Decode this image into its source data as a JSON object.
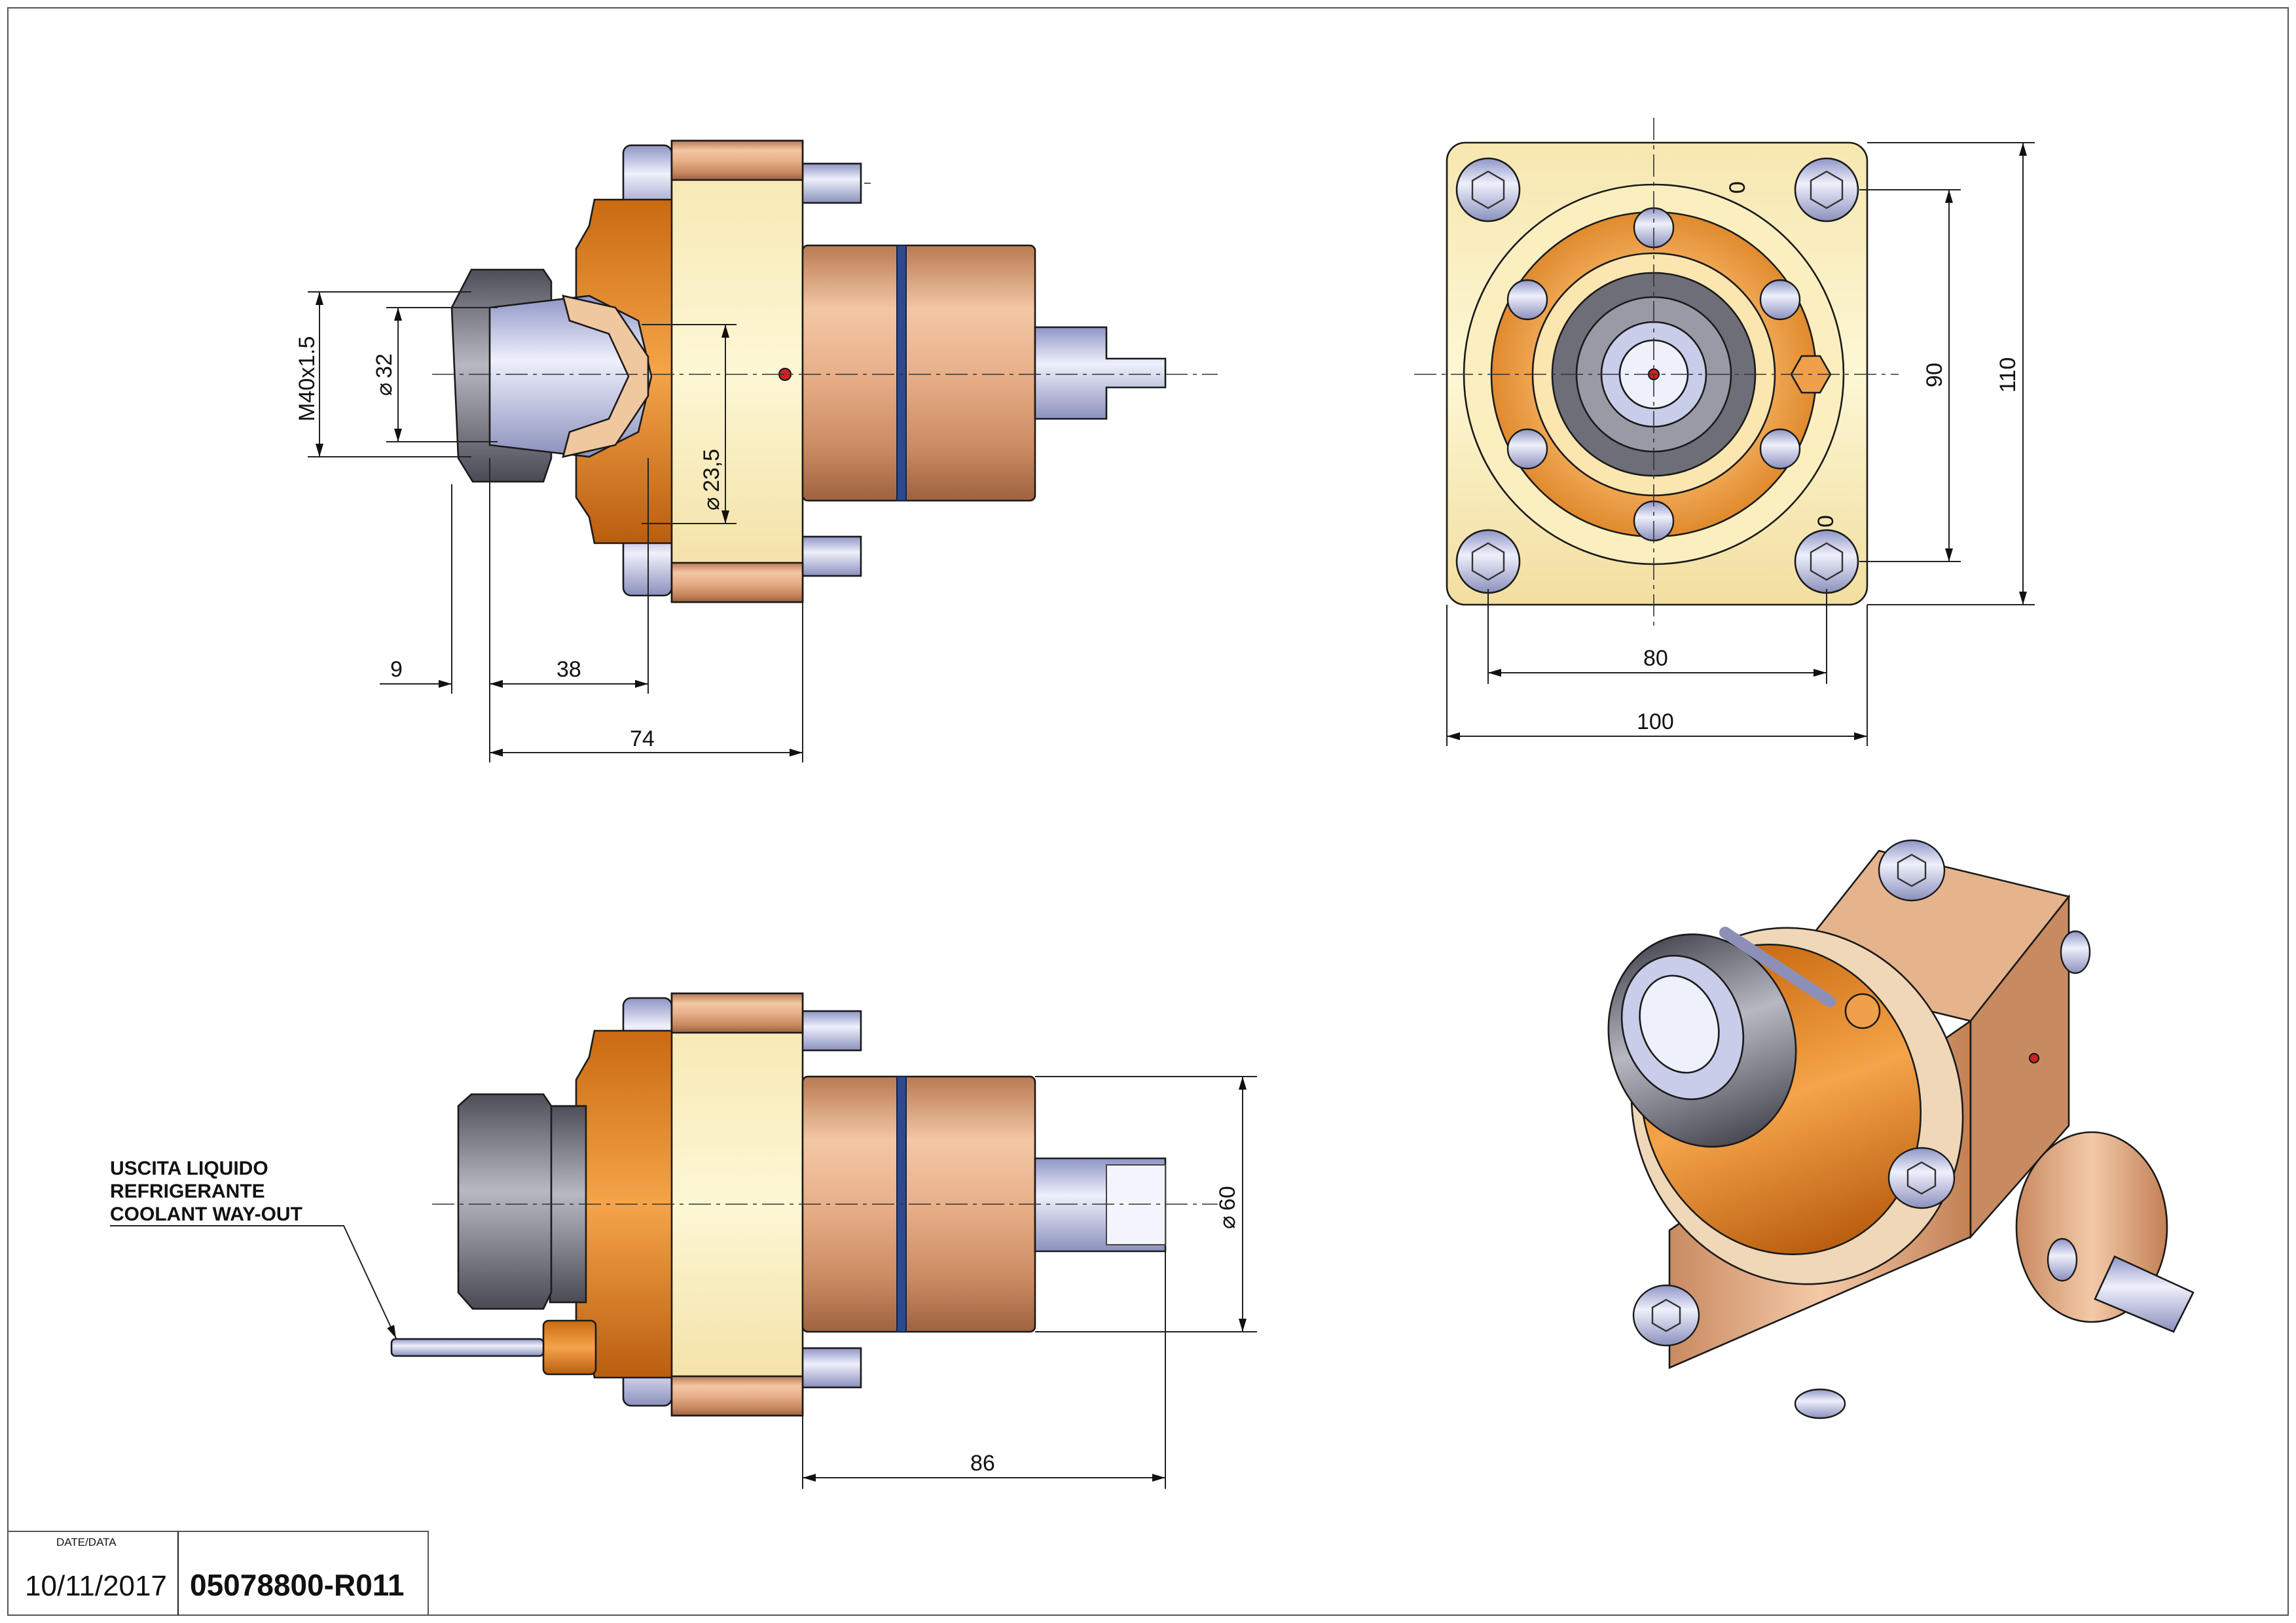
{
  "side_view_top": {
    "thread_label": "M40x1.5",
    "dia_label_1": "32",
    "dia_label_2": "23,5",
    "dim_1": "9",
    "dim_2": "38",
    "dim_3": "74"
  },
  "front_view": {
    "angle_top": "0",
    "angle_bottom": "0",
    "dim_height_inner": "90",
    "dim_height_outer": "110",
    "dim_width_inner": "80",
    "dim_width_outer": "100"
  },
  "side_view_bottom": {
    "dia_label": "60",
    "dim_length": "86",
    "note_line_1": "USCITA LIQUIDO",
    "note_line_2": "REFRIGERANTE",
    "note_line_3": "COOLANT WAY-OUT"
  },
  "title_block": {
    "date_label": "DATE/DATA",
    "date_value": "10/11/2017",
    "drawing_code": "05078800-R011"
  },
  "symbols": {
    "diameter": "⌀"
  },
  "colors": {
    "body_cream": "#fbf3c4",
    "flange_orange": "#f2a24a",
    "bronze": "#dc9d72",
    "screw_blue": "#c8cdea",
    "nut_grey": "#6e6e78",
    "oring_blue": "#2d4a8c",
    "coolant_dot": "#cc2222"
  }
}
